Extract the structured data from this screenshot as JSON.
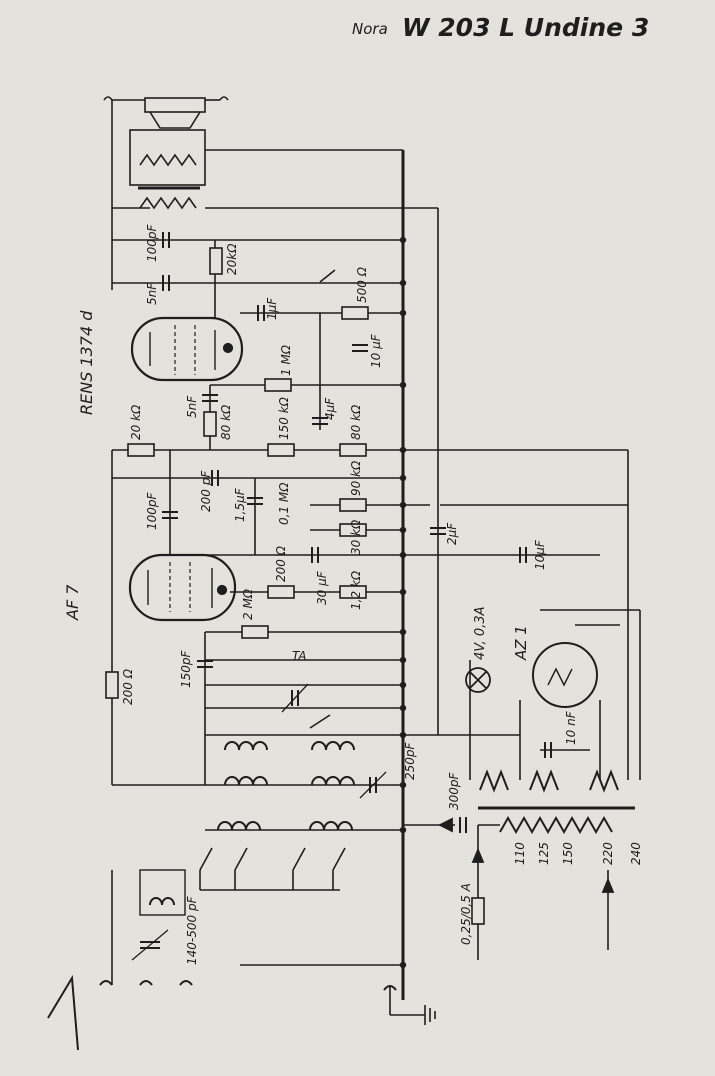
{
  "header": {
    "brand": "Nora",
    "model": "W 203 L Undine 3"
  },
  "colors": {
    "paper": "#e4e2dc",
    "ink": "#1e1e1e"
  },
  "components": {
    "tube_output": "RENS 1374 d",
    "tube_rf": "AF 7",
    "rectifier": "AZ 1",
    "lamp": "4V, 0,3A",
    "c_100pf_top": "100pF",
    "c_5nf_top": "5nF",
    "r_20k": "20kΩ",
    "c_1uf": "1μF",
    "r_500": "500 Ω",
    "c_10uf_cath": "10 μF",
    "r_1m": "1 MΩ",
    "c_5nf_mid": "5nF",
    "r_80k_a": "80 kΩ",
    "c_4uf": "4μF",
    "r_20k_b": "20 kΩ",
    "r_150k": "150 kΩ",
    "r_80k_b": "80 kΩ",
    "c_200pf": "200 pF",
    "c_15uf": "1,5μF",
    "r_01m": "0,1 MΩ",
    "r_90k": "90 kΩ",
    "c_100pf_mid": "100pF",
    "r_30k": "30 kΩ",
    "c_2uf": "2μF",
    "c_10uf_filter": "10μF",
    "r_200": "200 Ω",
    "c_30uf": "30 μF",
    "r_12k": "1,2 kΩ",
    "r_2m": "2 MΩ",
    "c_150pf": "150pF",
    "ta": "TA",
    "r_200_vert": "200 Ω",
    "c_250pf": "250pF",
    "c_10nf": "10 nF",
    "c_300pf": "300pF",
    "c_tuning": "140-500 pF",
    "fuse": "0,25/0,5 A",
    "taps": [
      "110",
      "125",
      "150",
      "220",
      "240"
    ]
  }
}
